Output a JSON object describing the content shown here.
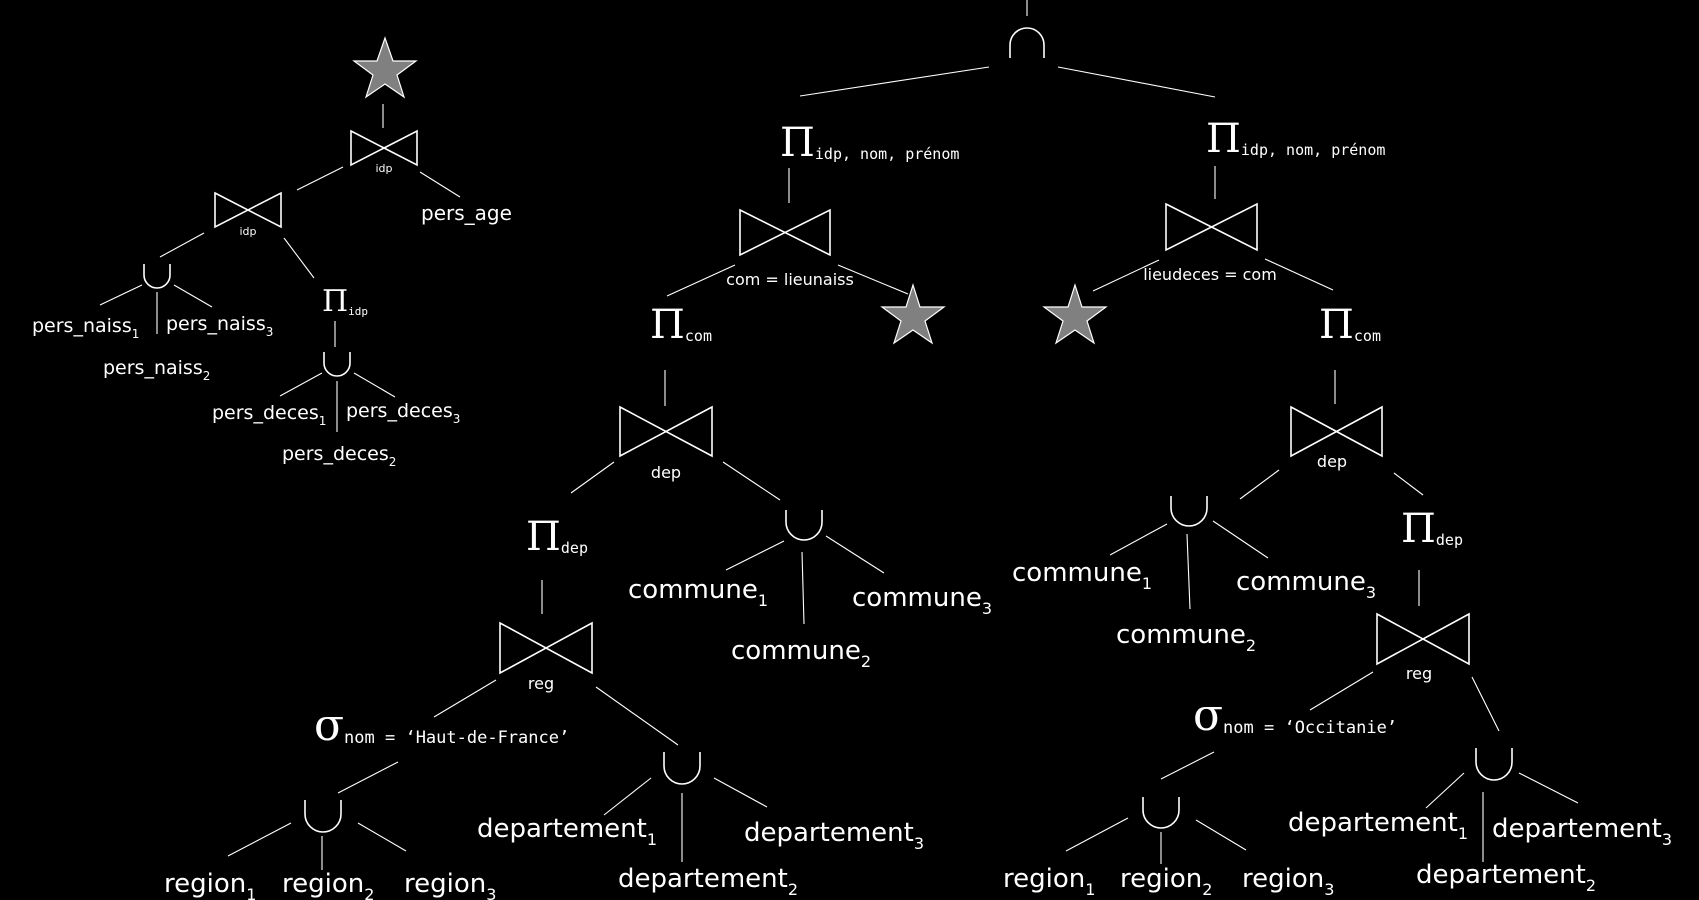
{
  "colors": {
    "background": "#000000",
    "stroke": "#ffffff",
    "star": "#808080"
  },
  "left_tree": {
    "join_top_cond": "idp",
    "join_inner_cond": "idp",
    "proj_base": "Π",
    "proj_sub": "idp",
    "rel_pers_age": "pers_age",
    "naiss_base": "pers_naiss",
    "idx1": "1",
    "idx2": "2",
    "idx3": "3",
    "deces_base": "pers_deces"
  },
  "top_intersection": "∩",
  "union_symbol": "∪",
  "pi_symbol": "Π",
  "sigma_symbol": "σ",
  "mid_tree": {
    "proj_top_sub": "idp, nom, prénom",
    "join1_cond": "com = lieunaiss",
    "proj_com_sub": "com",
    "join2_cond": "dep",
    "proj_dep_sub": "dep",
    "join3_cond": "reg",
    "select_sub": "nom = ‘Haut-de-France’",
    "commune_base": "commune",
    "departement_base": "departement",
    "region_base": "region"
  },
  "right_tree": {
    "proj_top_sub": "idp, nom, prénom",
    "join1_cond": "lieudeces = com",
    "proj_com_sub": "com",
    "join2_cond": "dep",
    "proj_dep_sub": "dep",
    "join3_cond": "reg",
    "select_sub": "nom = ‘Occitanie’",
    "commune_base": "commune",
    "departement_base": "departement",
    "region_base": "region"
  },
  "icons": [
    "star-icon",
    "bowtie-join-icon",
    "union-icon",
    "intersection-icon"
  ]
}
